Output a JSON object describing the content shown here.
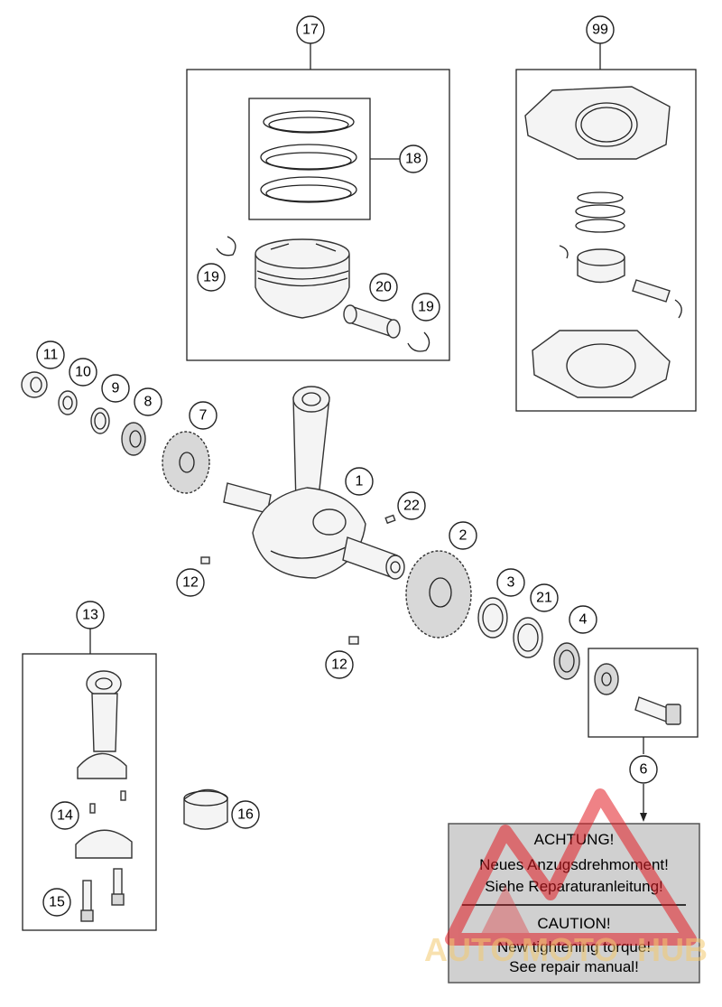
{
  "callouts": [
    {
      "num": "1"
    },
    {
      "num": "2"
    },
    {
      "num": "3"
    },
    {
      "num": "4"
    },
    {
      "num": "6"
    },
    {
      "num": "7"
    },
    {
      "num": "8"
    },
    {
      "num": "9"
    },
    {
      "num": "10"
    },
    {
      "num": "11"
    },
    {
      "num": "12"
    },
    {
      "num": "12"
    },
    {
      "num": "13"
    },
    {
      "num": "14"
    },
    {
      "num": "15"
    },
    {
      "num": "16"
    },
    {
      "num": "17"
    },
    {
      "num": "18"
    },
    {
      "num": "19"
    },
    {
      "num": "19"
    },
    {
      "num": "20"
    },
    {
      "num": "21"
    },
    {
      "num": "22"
    },
    {
      "num": "99"
    }
  ],
  "warning": {
    "de_title": "ACHTUNG!",
    "de_line1": "Neues Anzugsdrehmoment!",
    "de_line2": "Siehe Reparaturanleitung!",
    "en_title": "CAUTION!",
    "en_line1": "New tightening torque!",
    "en_line2": "See repair manual!"
  },
  "watermark": {
    "left": "AUTO",
    "mid": "MOTO",
    "right": "HUB"
  },
  "colors": {
    "warning_bg": "#d0d0d0",
    "watermark_red": "#e11b22",
    "watermark_gold": "#f4c96e"
  }
}
